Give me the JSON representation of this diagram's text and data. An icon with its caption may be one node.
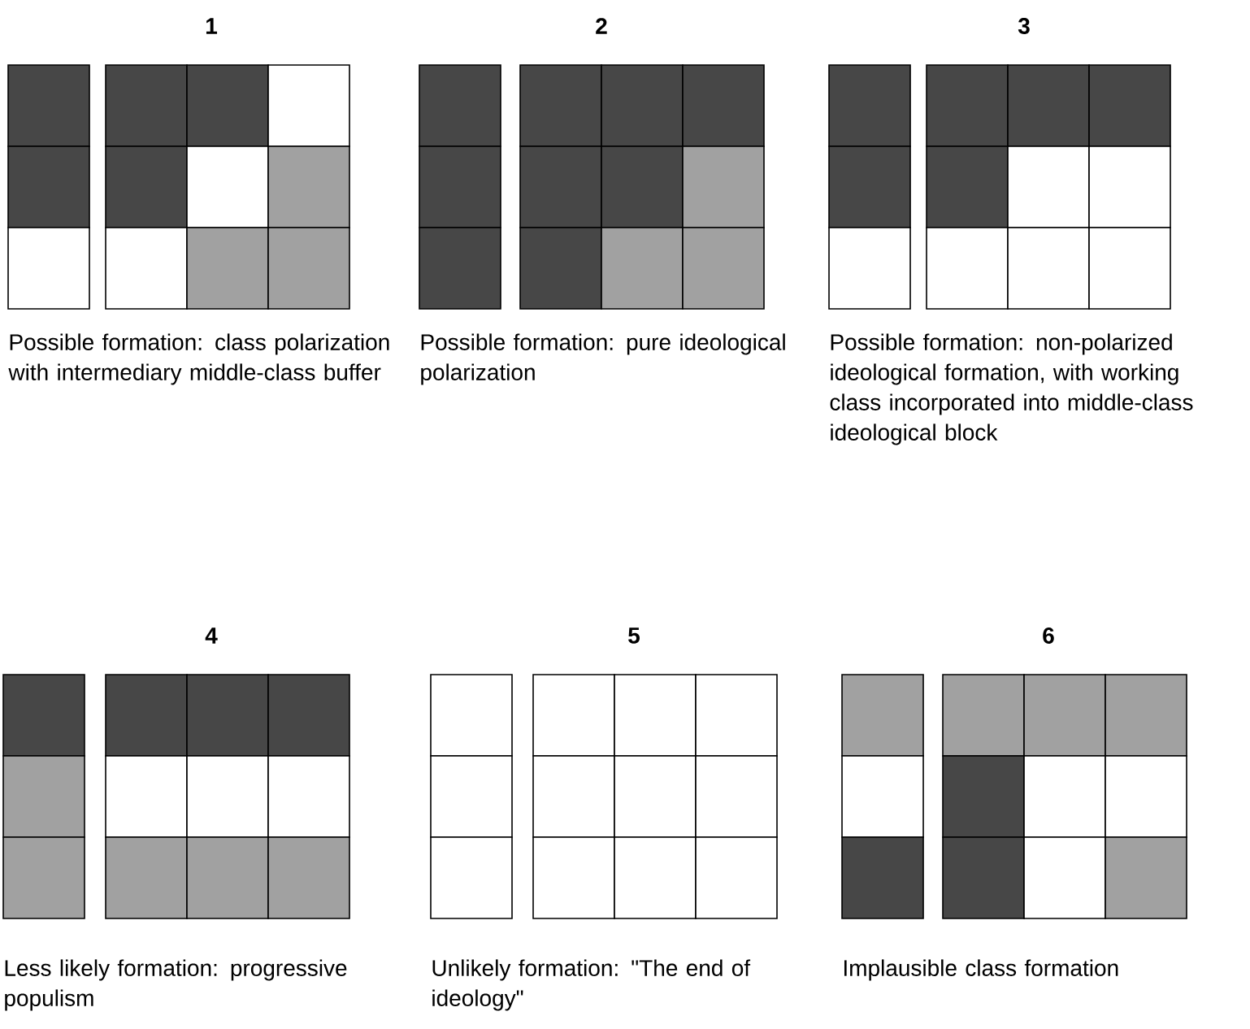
{
  "diagram": {
    "labels": [
      "1",
      "2",
      "3",
      "Possible formation: class polarization with intermediary middle-class buffer",
      "Possible formation: pure ideological polarization",
      "Possible formation: non-polarized ideological formation, with working class incorporated into middle-class ideological block",
      "4",
      "5",
      "6",
      "Less likely formation: progressive populism",
      "Unlikely formation: \"The end of ideology\"",
      "Implausible class formation"
    ]
  }
}
